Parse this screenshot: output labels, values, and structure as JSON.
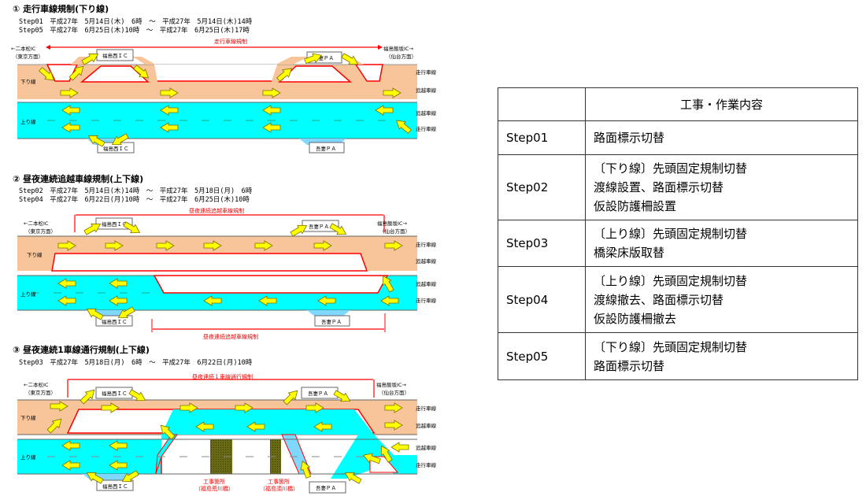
{
  "sections": [
    {
      "title": "① 走行車線規制(下り線)",
      "steps": [
        "Step01　平成27年　5月14日(木)　6時　～　平成27年　5月14日(木)14時",
        "Step05　平成27年　6月25日(木)10時　～　平成27年　6月25日(木)17時"
      ],
      "restriction_label": "走行車線規制"
    },
    {
      "title": "② 昼夜連続追越車線規制(上下線)",
      "steps": [
        "Step02　平成27年　5月14日(木)14時　～　平成27年　5月18日(月)　6時",
        "Step04　平成27年　6月22日(月)10時　～　平成27年　6月25日(木)10時"
      ],
      "restriction_label": "昼夜連続追越車線規制"
    },
    {
      "title": "③ 昼夜連続1車線通行規制(上下線)",
      "steps": [
        "Step03　平成27年　5月18日(月)　6時　～　平成27年　6月22日(月)10時"
      ],
      "restriction_label": "昼夜連続１車線通行規制",
      "work_sites": [
        [
          "工事箇所",
          "（福島荒川橋）"
        ],
        [
          "工事箇所",
          "（福島須川橋）"
        ]
      ]
    }
  ],
  "labels": {
    "left_ic": "←二本松IC",
    "left_dir": "（東京方面）",
    "right_ic": "福島飯坂IC→",
    "right_dir": "（仙台方面）",
    "ic": "福島西ＩＣ",
    "pa": "吾妻ＰＡ",
    "down_line": "下り線",
    "up_line": "上り線",
    "travel_lane": "走行車線",
    "passing_lane": "追越車線"
  },
  "table": {
    "header": [
      "",
      "工事・作業内容"
    ],
    "rows": [
      {
        "step": "Step01",
        "lines": [
          "路面標示切替"
        ]
      },
      {
        "step": "Step02",
        "lines": [
          "〔下り線〕先頭固定規制切替",
          "渡線設置、路面標示切替",
          "仮設防護柵設置"
        ]
      },
      {
        "step": "Step03",
        "lines": [
          "〔上り線〕先頭固定規制切替",
          "橋梁床版取替"
        ]
      },
      {
        "step": "Step04",
        "lines": [
          "〔上り線〕先頭固定規制切替",
          "渡線撤去、路面標示切替",
          "仮設防護柵撤去"
        ]
      },
      {
        "step": "Step05",
        "lines": [
          "〔下り線〕先頭固定規制切替",
          "路面標示切替"
        ]
      }
    ]
  },
  "colors": {
    "down": "#f8c49a",
    "up": "#00ffff",
    "restriction": "#ff0000",
    "arrow": "#ffff00",
    "work": "#5a5a10"
  }
}
